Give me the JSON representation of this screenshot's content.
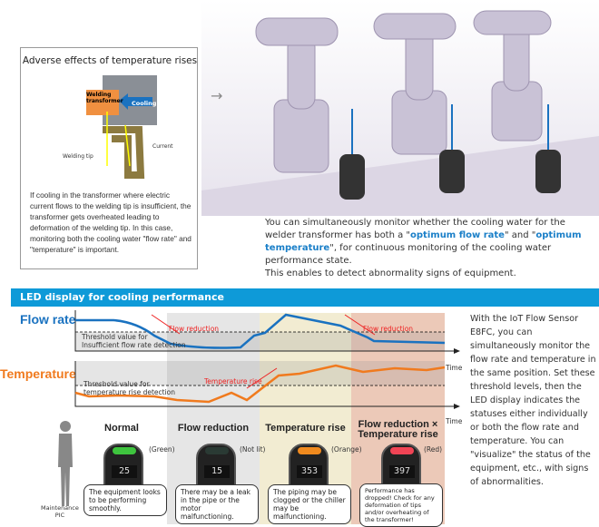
{
  "effects": {
    "title": "Adverse effects of temperature rises",
    "labels": {
      "transformer": "Welding transformer",
      "cooling": "Cooling",
      "current": "Current",
      "tip": "Welding tip"
    },
    "body": "If cooling in the transformer where electric current flows to the welding tip is insufficient, the transformer gets overheated leading to deformation of the welding tip.  In this case, monitoring both the cooling water \"flow rate\" and \"temperature\" is important."
  },
  "main_text": {
    "part1": "You can simultaneously monitor whether the cooling water for the welder transformer has both a \"",
    "hl1": "optimum flow rate",
    "part2": "\" and \"",
    "hl2": "optimum temperature",
    "part3": "\", for continuous monitoring of the cooling water performance state.",
    "line2": "This enables to detect abnormality signs of equipment."
  },
  "led_section": {
    "header": "LED display for cooling performance",
    "flow_label": "Flow rate",
    "temp_label": "Temperature",
    "flow_threshold": [
      "Threshold value for",
      "Insufficient flow rate detection"
    ],
    "temp_threshold": [
      "Threshold value for",
      "temperature rise detection"
    ],
    "ann_flow": "Flow reduction",
    "ann_temp": "Temperature rise",
    "time_label": "Time",
    "person_label": [
      "Maintenance",
      "PIC"
    ],
    "states": [
      {
        "title": "Normal",
        "color_label": "(Green)",
        "value": "25",
        "lamp": "#3ec43e",
        "message": "The equipment looks to be performing smoothly."
      },
      {
        "title": "Flow reduction",
        "color_label": "(Not lit)",
        "value": "15",
        "lamp": "#2a3a34",
        "message": "There may be a leak in the pipe or the motor malfunctioning."
      },
      {
        "title": "Temperature rise",
        "color_label": "(Orange)",
        "value": "353",
        "lamp": "#f08a1e",
        "message": "The piping may be clogged or the chiller may be malfunctioning."
      },
      {
        "title": "Flow reduction ×",
        "title2": "Temperature rise",
        "color_label": "(Red)",
        "value": "397",
        "lamp": "#f04455",
        "message": "Performance has dropped! Check for any deformation of tips and/or overheating of the transformer!"
      }
    ]
  },
  "side_text": "With the IoT Flow Sensor E8FC, you can simultaneously monitor the flow rate and temperature in the same position. Set these threshold levels, then the LED display indicates the statuses either individually or both the flow rate and temperature. You can \"visualize\" the status of the equipment, etc., with signs of abnormalities.",
  "colors": {
    "accent": "#0e9ad8",
    "flow": "#1a72c0",
    "temp": "#f07a1e",
    "alert": "#e22222"
  }
}
